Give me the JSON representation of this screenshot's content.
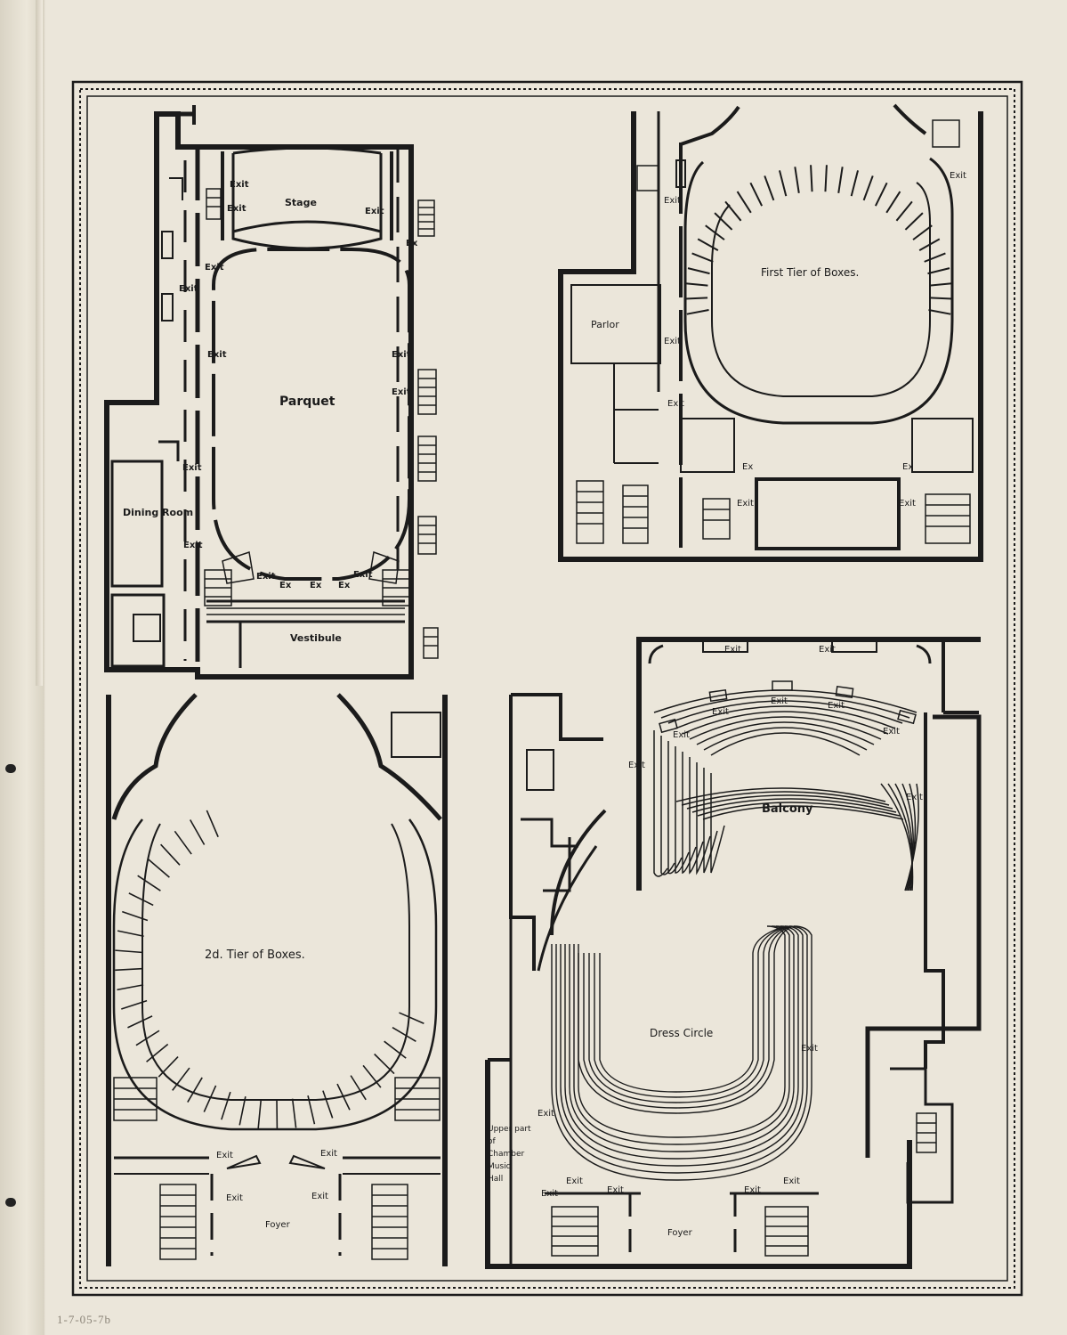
{
  "colors": {
    "paper": "#ebe6da",
    "ink": "#1b1b1b",
    "margin_note": "#8b8478"
  },
  "parquet_plan": {
    "title": "Parquet",
    "stage": "Stage",
    "vestibule": "Vestibule",
    "dining_room": "Dining Room",
    "exit": "Exit",
    "ex": "Ex"
  },
  "first_tier_plan": {
    "title": "First Tier of Boxes.",
    "parlor": "Parlor",
    "exit": "Exit",
    "ex": "Ex"
  },
  "second_tier_plan": {
    "title": "2d. Tier of Boxes.",
    "foyer": "Foyer",
    "exit": "Exit"
  },
  "balcony_plan": {
    "balcony": "Balcony",
    "dress_circle": "Dress Circle",
    "foyer": "Foyer",
    "chamber_hall": "Upper part of Chamber Music Hall",
    "exit": "Exit"
  },
  "margin_note": "1-7-05-7b"
}
